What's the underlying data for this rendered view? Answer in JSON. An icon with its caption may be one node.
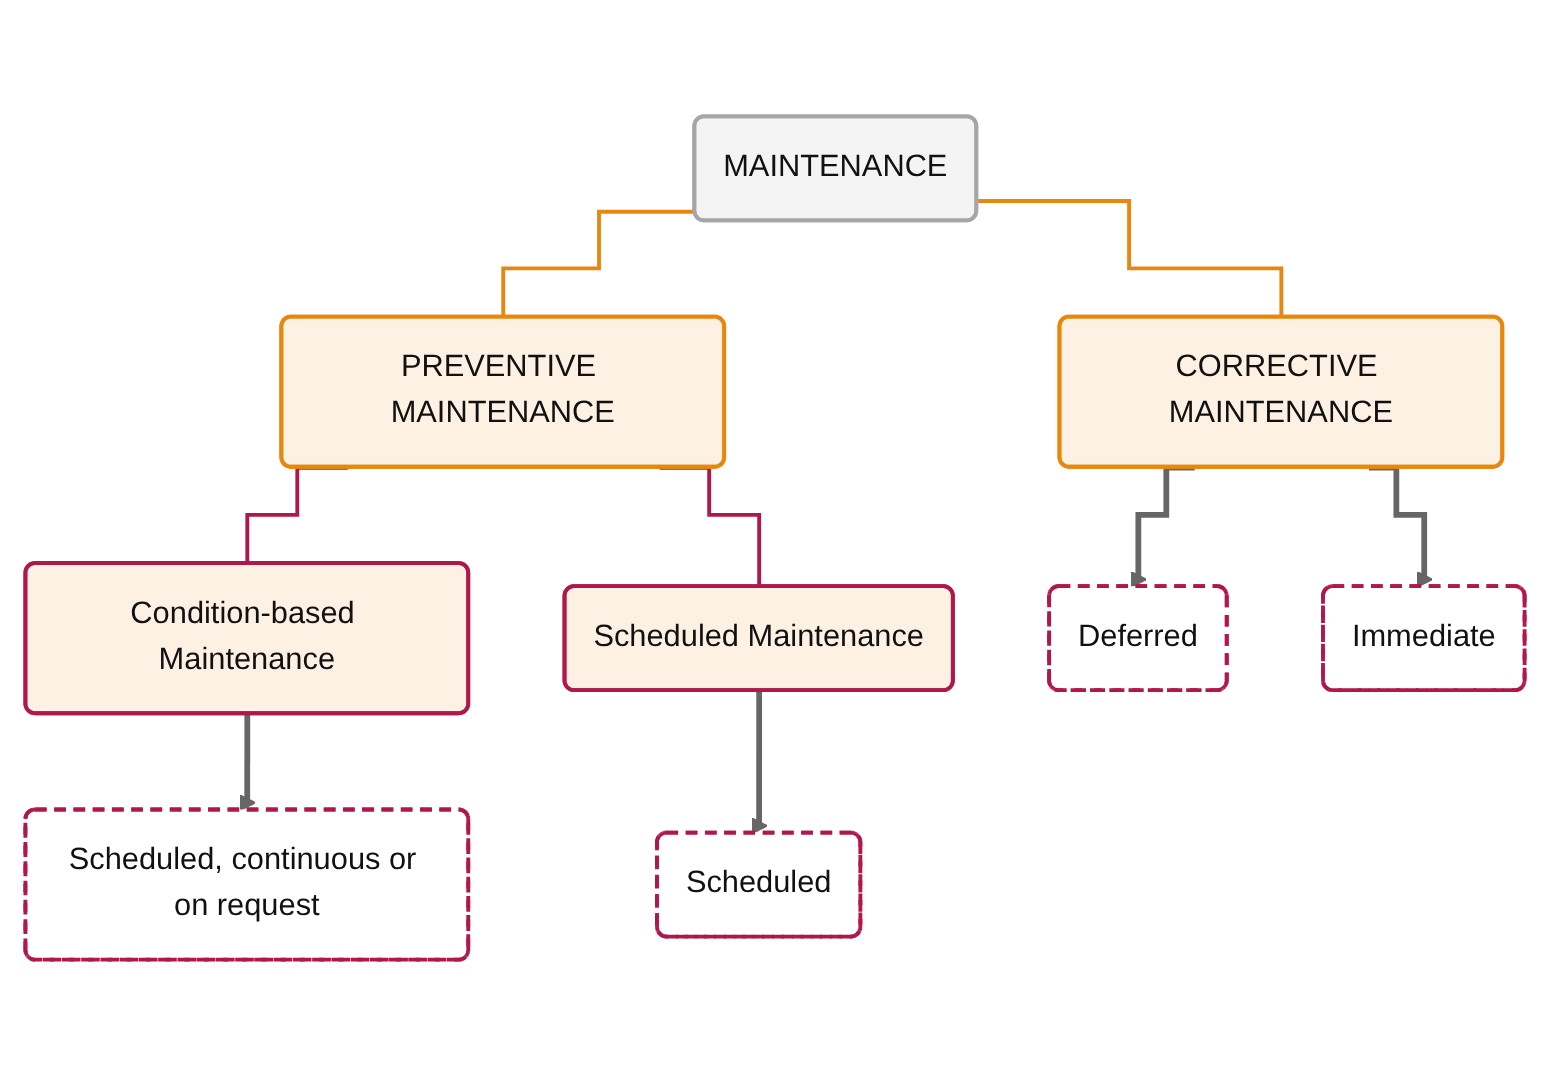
{
  "diagram": {
    "nodes": [
      {
        "text": [
          "MAINTENANCE"
        ]
      },
      {
        "text": [
          "PREVENTIVE MAINTENANCE"
        ]
      },
      {
        "text": [
          "CORRECTIVE MAINTENANCE"
        ]
      },
      {
        "text": [
          "Condition-based Maintenance"
        ]
      },
      {
        "text": [
          "Scheduled Maintenance"
        ]
      },
      {
        "text": [
          "Scheduled, continuous or on request"
        ]
      },
      {
        "text": [
          "Scheduled"
        ]
      },
      {
        "text": [
          "Deferred"
        ]
      },
      {
        "text": [
          "Immediate"
        ]
      }
    ],
    "edges": [
      {
        "from": 0,
        "to": 1,
        "arrow": "none",
        "color": "#e8870e"
      },
      {
        "from": 0,
        "to": 2,
        "arrow": "none",
        "color": "#e8870e"
      },
      {
        "from": 1,
        "to": 3,
        "arrow": "none",
        "color": "#b0174a"
      },
      {
        "from": 1,
        "to": 4,
        "arrow": "none",
        "color": "#b0174a"
      },
      {
        "from": 3,
        "to": 5,
        "arrow": "to"
      },
      {
        "from": 4,
        "to": 6,
        "arrow": "to"
      },
      {
        "from": 2,
        "to": 7,
        "arrow": "to"
      },
      {
        "from": 2,
        "to": 8,
        "arrow": "to"
      }
    ]
  }
}
